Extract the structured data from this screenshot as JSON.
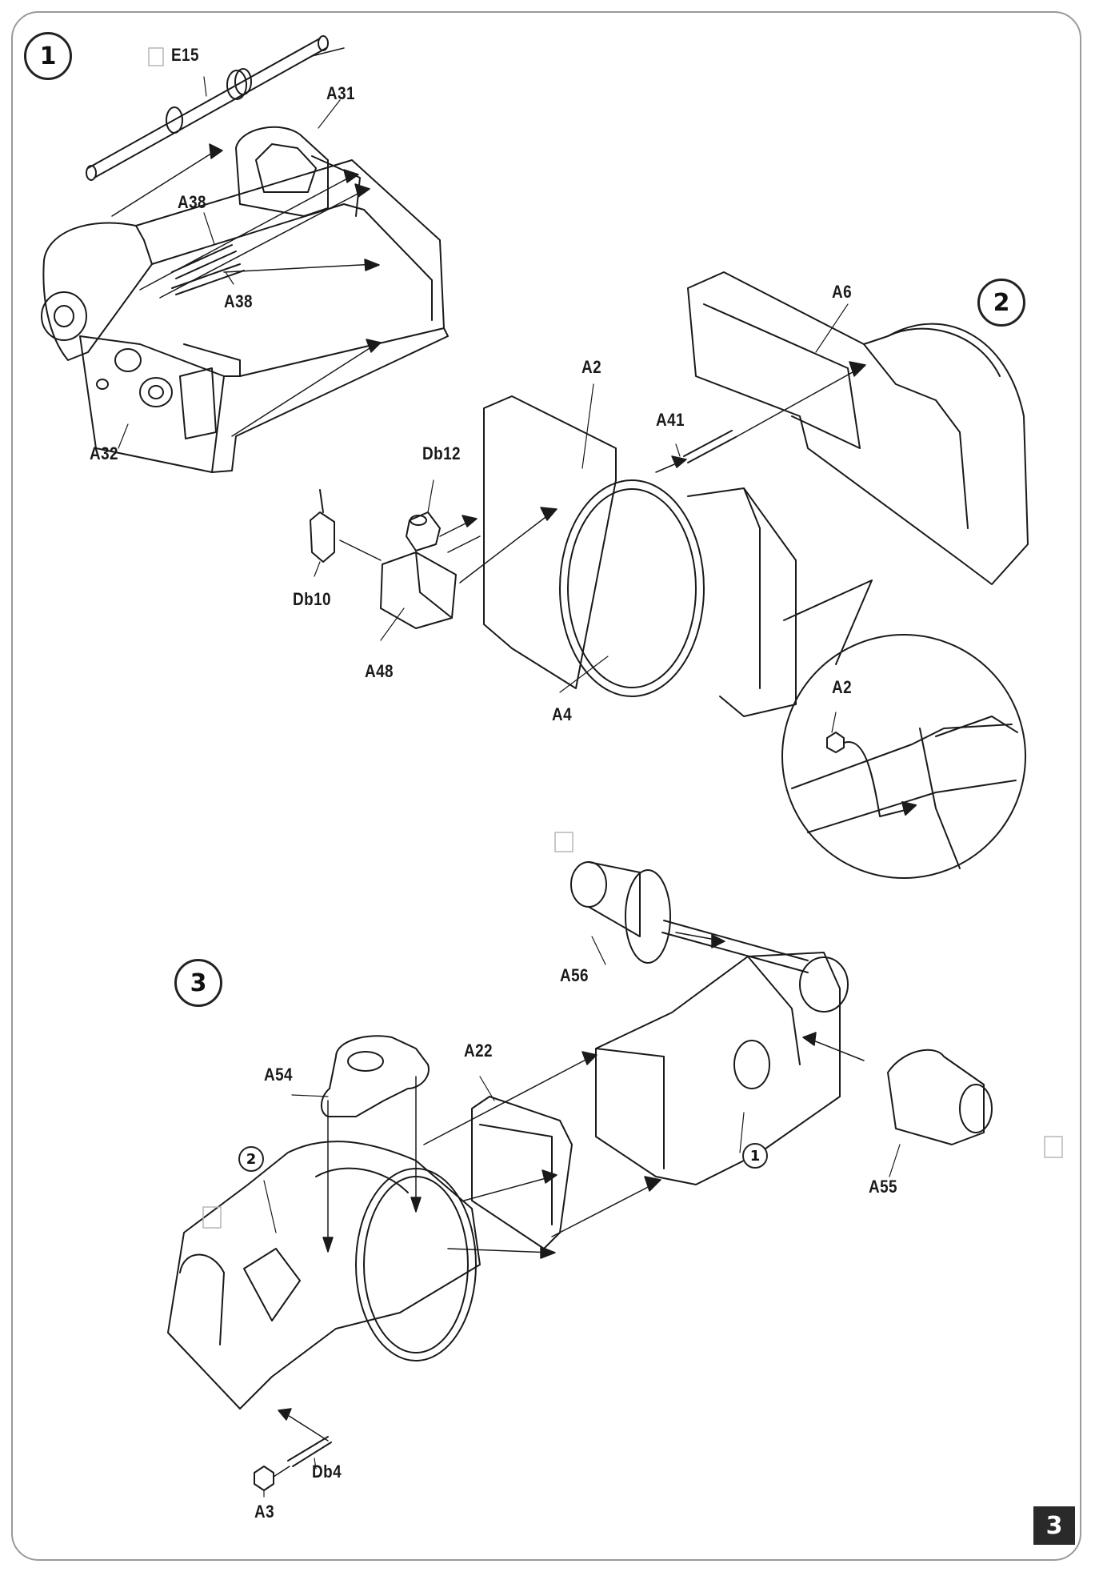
{
  "page_number": "3",
  "steps": [
    "1",
    "2",
    "3"
  ],
  "refs": {
    "step1_ref": "1",
    "step2_ref": "2"
  },
  "step1": {
    "parts": {
      "e15": "E15",
      "a31": "A31",
      "a38_top": "A38",
      "a38_bottom": "A38",
      "a32": "A32"
    }
  },
  "step2": {
    "parts": {
      "a6": "A6",
      "a2": "A2",
      "a41": "A41",
      "db12": "Db12",
      "db10": "Db10",
      "a48": "A48",
      "a4": "A4",
      "a2_detail": "A2"
    }
  },
  "step3": {
    "parts": {
      "a56": "A56",
      "a54": "A54",
      "a22": "A22",
      "a55": "A55",
      "db4": "Db4",
      "a3": "A3"
    }
  },
  "colors": {
    "ink": "#1a1a1a",
    "frame": "#9a9a9a",
    "page_tab": "#2a2a2a"
  },
  "icons": [
    "paint-chip-icon",
    "assembly-arrow-icon"
  ]
}
